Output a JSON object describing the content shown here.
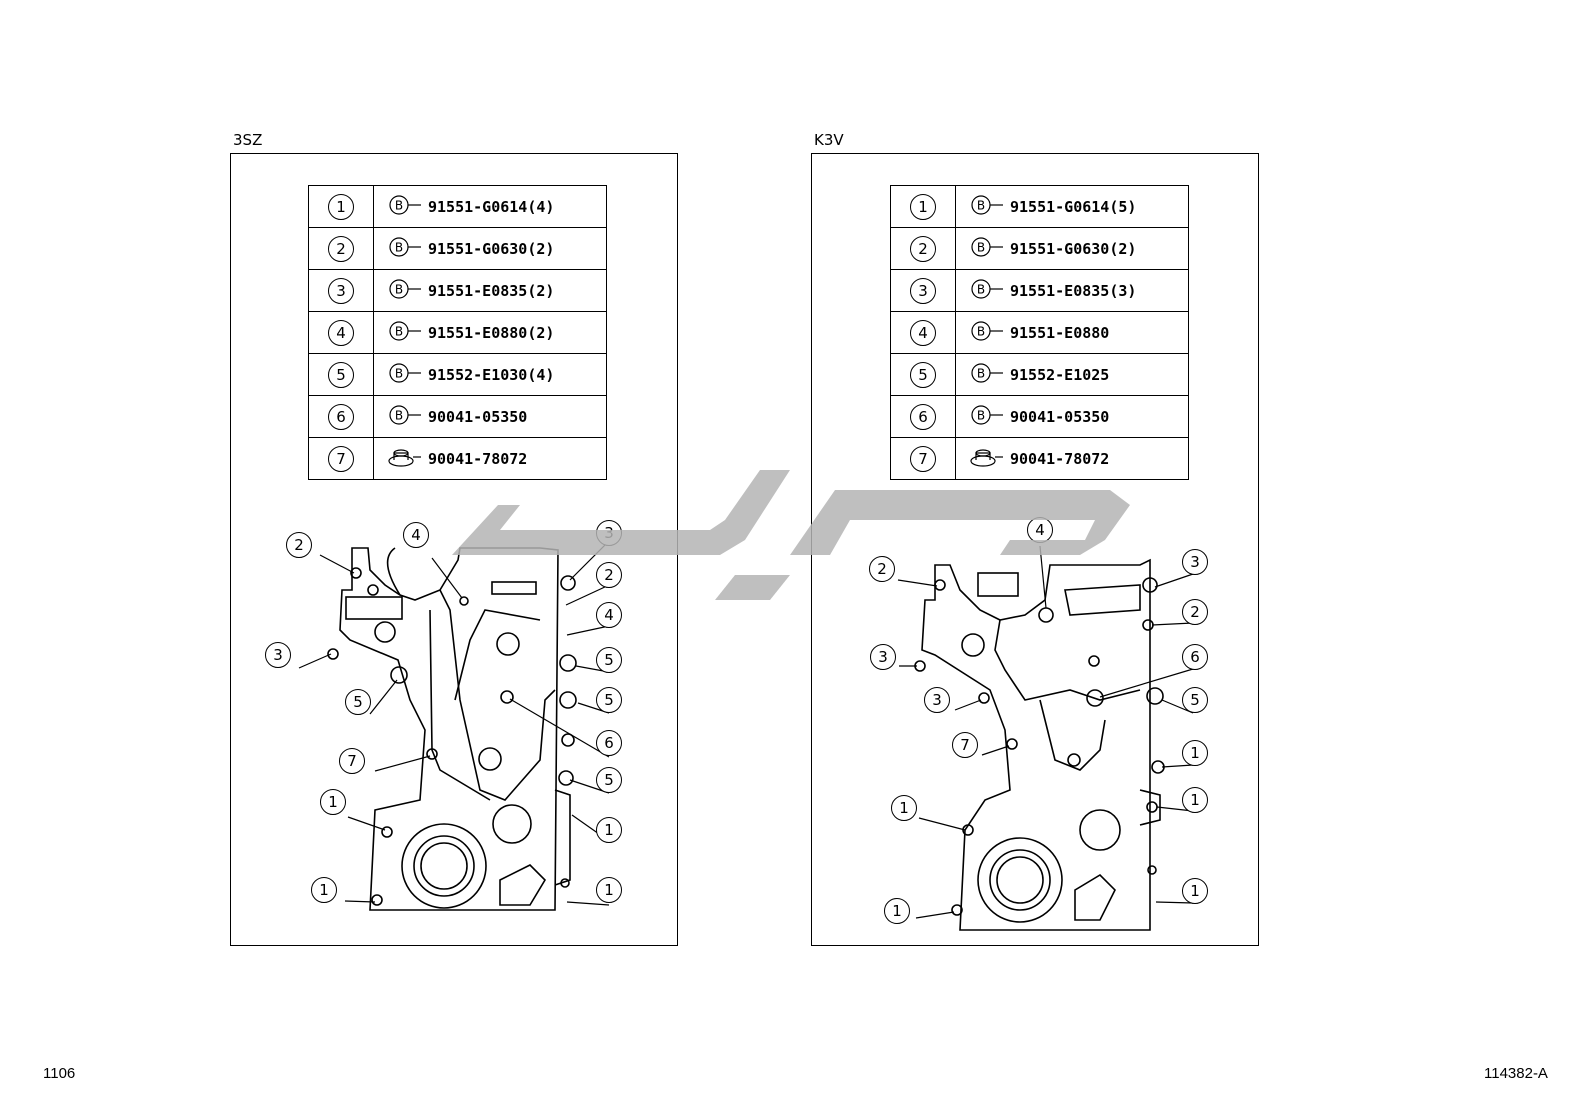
{
  "page_number": "1106",
  "figure_id": "114382-A",
  "panels": [
    {
      "title": "3SZ",
      "parts": [
        {
          "num": "1",
          "icon": "bolt-icon",
          "part_no": "91551-G0614(4)"
        },
        {
          "num": "2",
          "icon": "bolt-icon",
          "part_no": "91551-G0630(2)"
        },
        {
          "num": "3",
          "icon": "bolt-icon",
          "part_no": "91551-E0835(2)"
        },
        {
          "num": "4",
          "icon": "bolt-icon",
          "part_no": "91551-E0880(2)"
        },
        {
          "num": "5",
          "icon": "bolt-icon",
          "part_no": "91552-E1030(4)"
        },
        {
          "num": "6",
          "icon": "bolt-icon",
          "part_no": "90041-05350"
        },
        {
          "num": "7",
          "icon": "nut-icon",
          "part_no": "90041-78072"
        }
      ],
      "callouts": [
        "2",
        "4",
        "3",
        "2",
        "3",
        "4",
        "5",
        "5",
        "5",
        "6",
        "7",
        "5",
        "1",
        "1",
        "1",
        "1"
      ]
    },
    {
      "title": "K3V",
      "parts": [
        {
          "num": "1",
          "icon": "bolt-icon",
          "part_no": "91551-G0614(5)"
        },
        {
          "num": "2",
          "icon": "bolt-icon",
          "part_no": "91551-G0630(2)"
        },
        {
          "num": "3",
          "icon": "bolt-icon",
          "part_no": "91551-E0835(3)"
        },
        {
          "num": "4",
          "icon": "bolt-icon",
          "part_no": "91551-E0880"
        },
        {
          "num": "5",
          "icon": "bolt-icon",
          "part_no": "91552-E1025"
        },
        {
          "num": "6",
          "icon": "bolt-icon",
          "part_no": "90041-05350"
        },
        {
          "num": "7",
          "icon": "nut-icon",
          "part_no": "90041-78072"
        }
      ],
      "callouts": [
        "4",
        "2",
        "3",
        "2",
        "3",
        "6",
        "3",
        "5",
        "7",
        "1",
        "1",
        "1",
        "1",
        "1"
      ]
    }
  ],
  "colors": {
    "line": "#000000",
    "watermark": "#b4b4b4"
  }
}
